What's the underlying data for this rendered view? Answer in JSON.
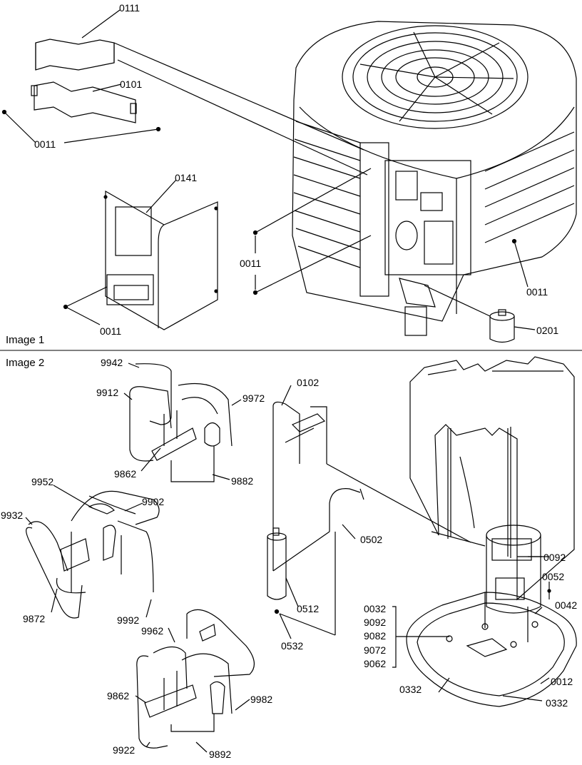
{
  "sections": [
    {
      "title": "Image 1"
    },
    {
      "title": "Image 2"
    }
  ],
  "labels": {
    "p0111": "0111",
    "p0101": "0101",
    "p0011a": "0011",
    "p0141": "0141",
    "p0011b": "0011",
    "p0011c": "0011",
    "p0011d": "0011",
    "p0201": "0201",
    "p9942": "9942",
    "p9912": "9912",
    "p9972": "9972",
    "p9862a": "9862",
    "p9882": "9882",
    "p0102": "0102",
    "p9952": "9952",
    "p9902": "9902",
    "p9932": "9932",
    "p0502": "0502",
    "p0092": "0092",
    "p9872": "9872",
    "p9992": "9992",
    "p0512": "0512",
    "p0052": "0052",
    "p0042": "0042",
    "p9962": "9962",
    "p0532": "0532",
    "p0032": "0032",
    "p9092": "9092",
    "p9082": "9082",
    "p9072": "9072",
    "p9062": "9062",
    "p9862b": "9862",
    "p9982": "9982",
    "p0332a": "0332",
    "p0012": "0012",
    "p0332b": "0332",
    "p9922": "9922",
    "p9892": "9892"
  }
}
